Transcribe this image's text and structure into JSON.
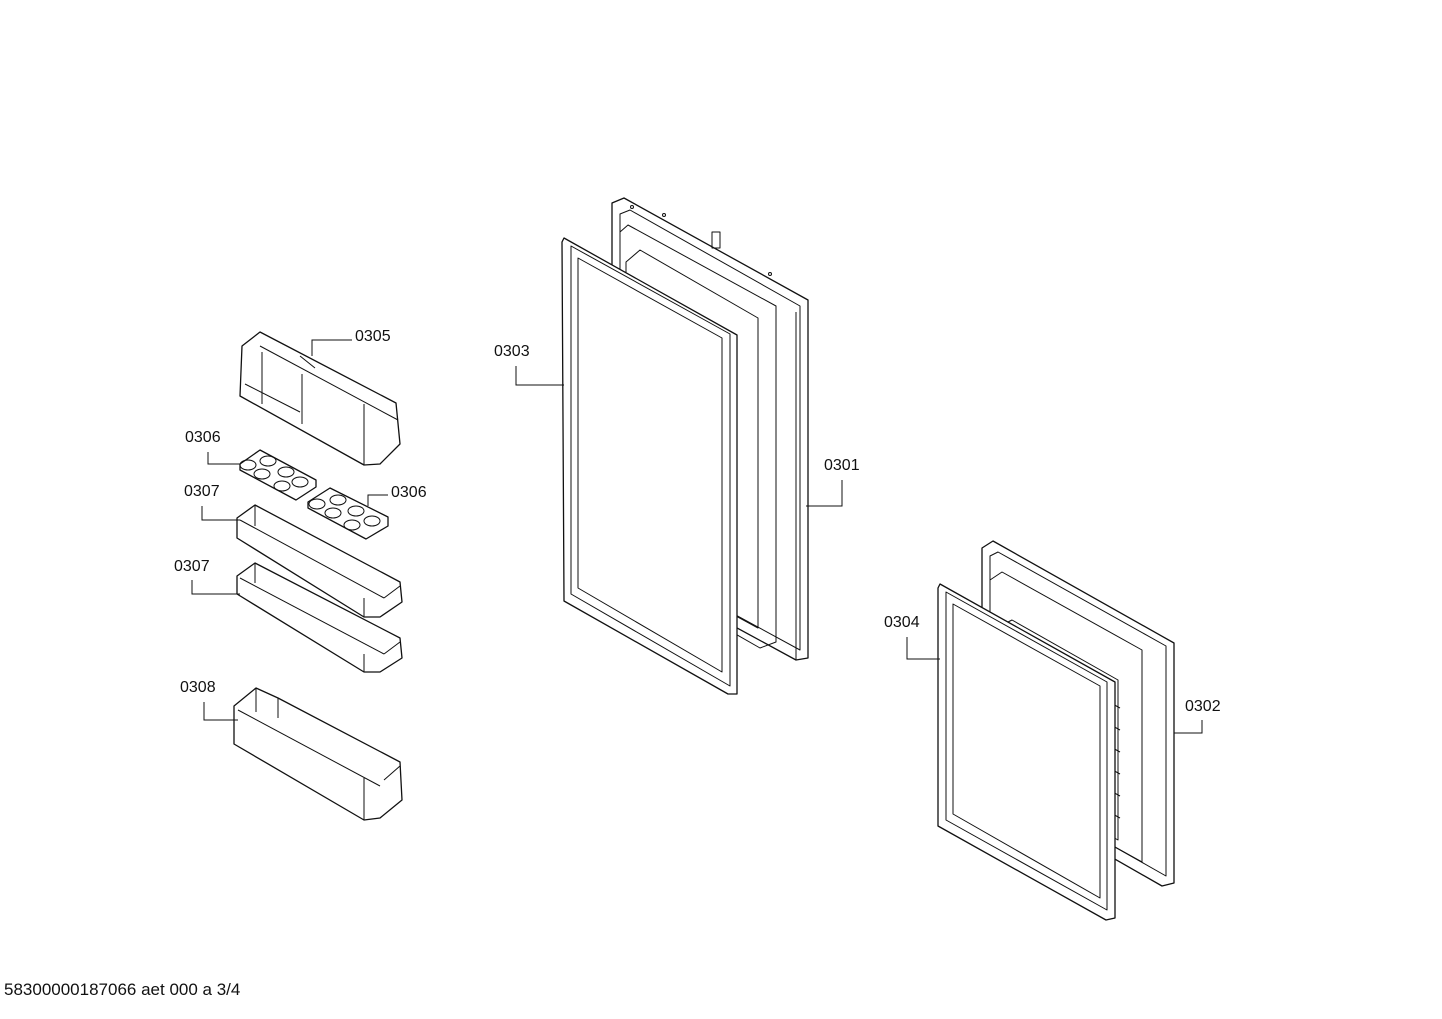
{
  "callouts": {
    "c0301": "0301",
    "c0302": "0302",
    "c0303": "0303",
    "c0304": "0304",
    "c0305": "0305",
    "c0306a": "0306",
    "c0306b": "0306",
    "c0307a": "0307",
    "c0307b": "0307",
    "c0308": "0308"
  },
  "footer": {
    "code": "58300000187066 aet 000 a 3/4"
  },
  "colors": {
    "line": "#111111",
    "background": "#ffffff"
  }
}
